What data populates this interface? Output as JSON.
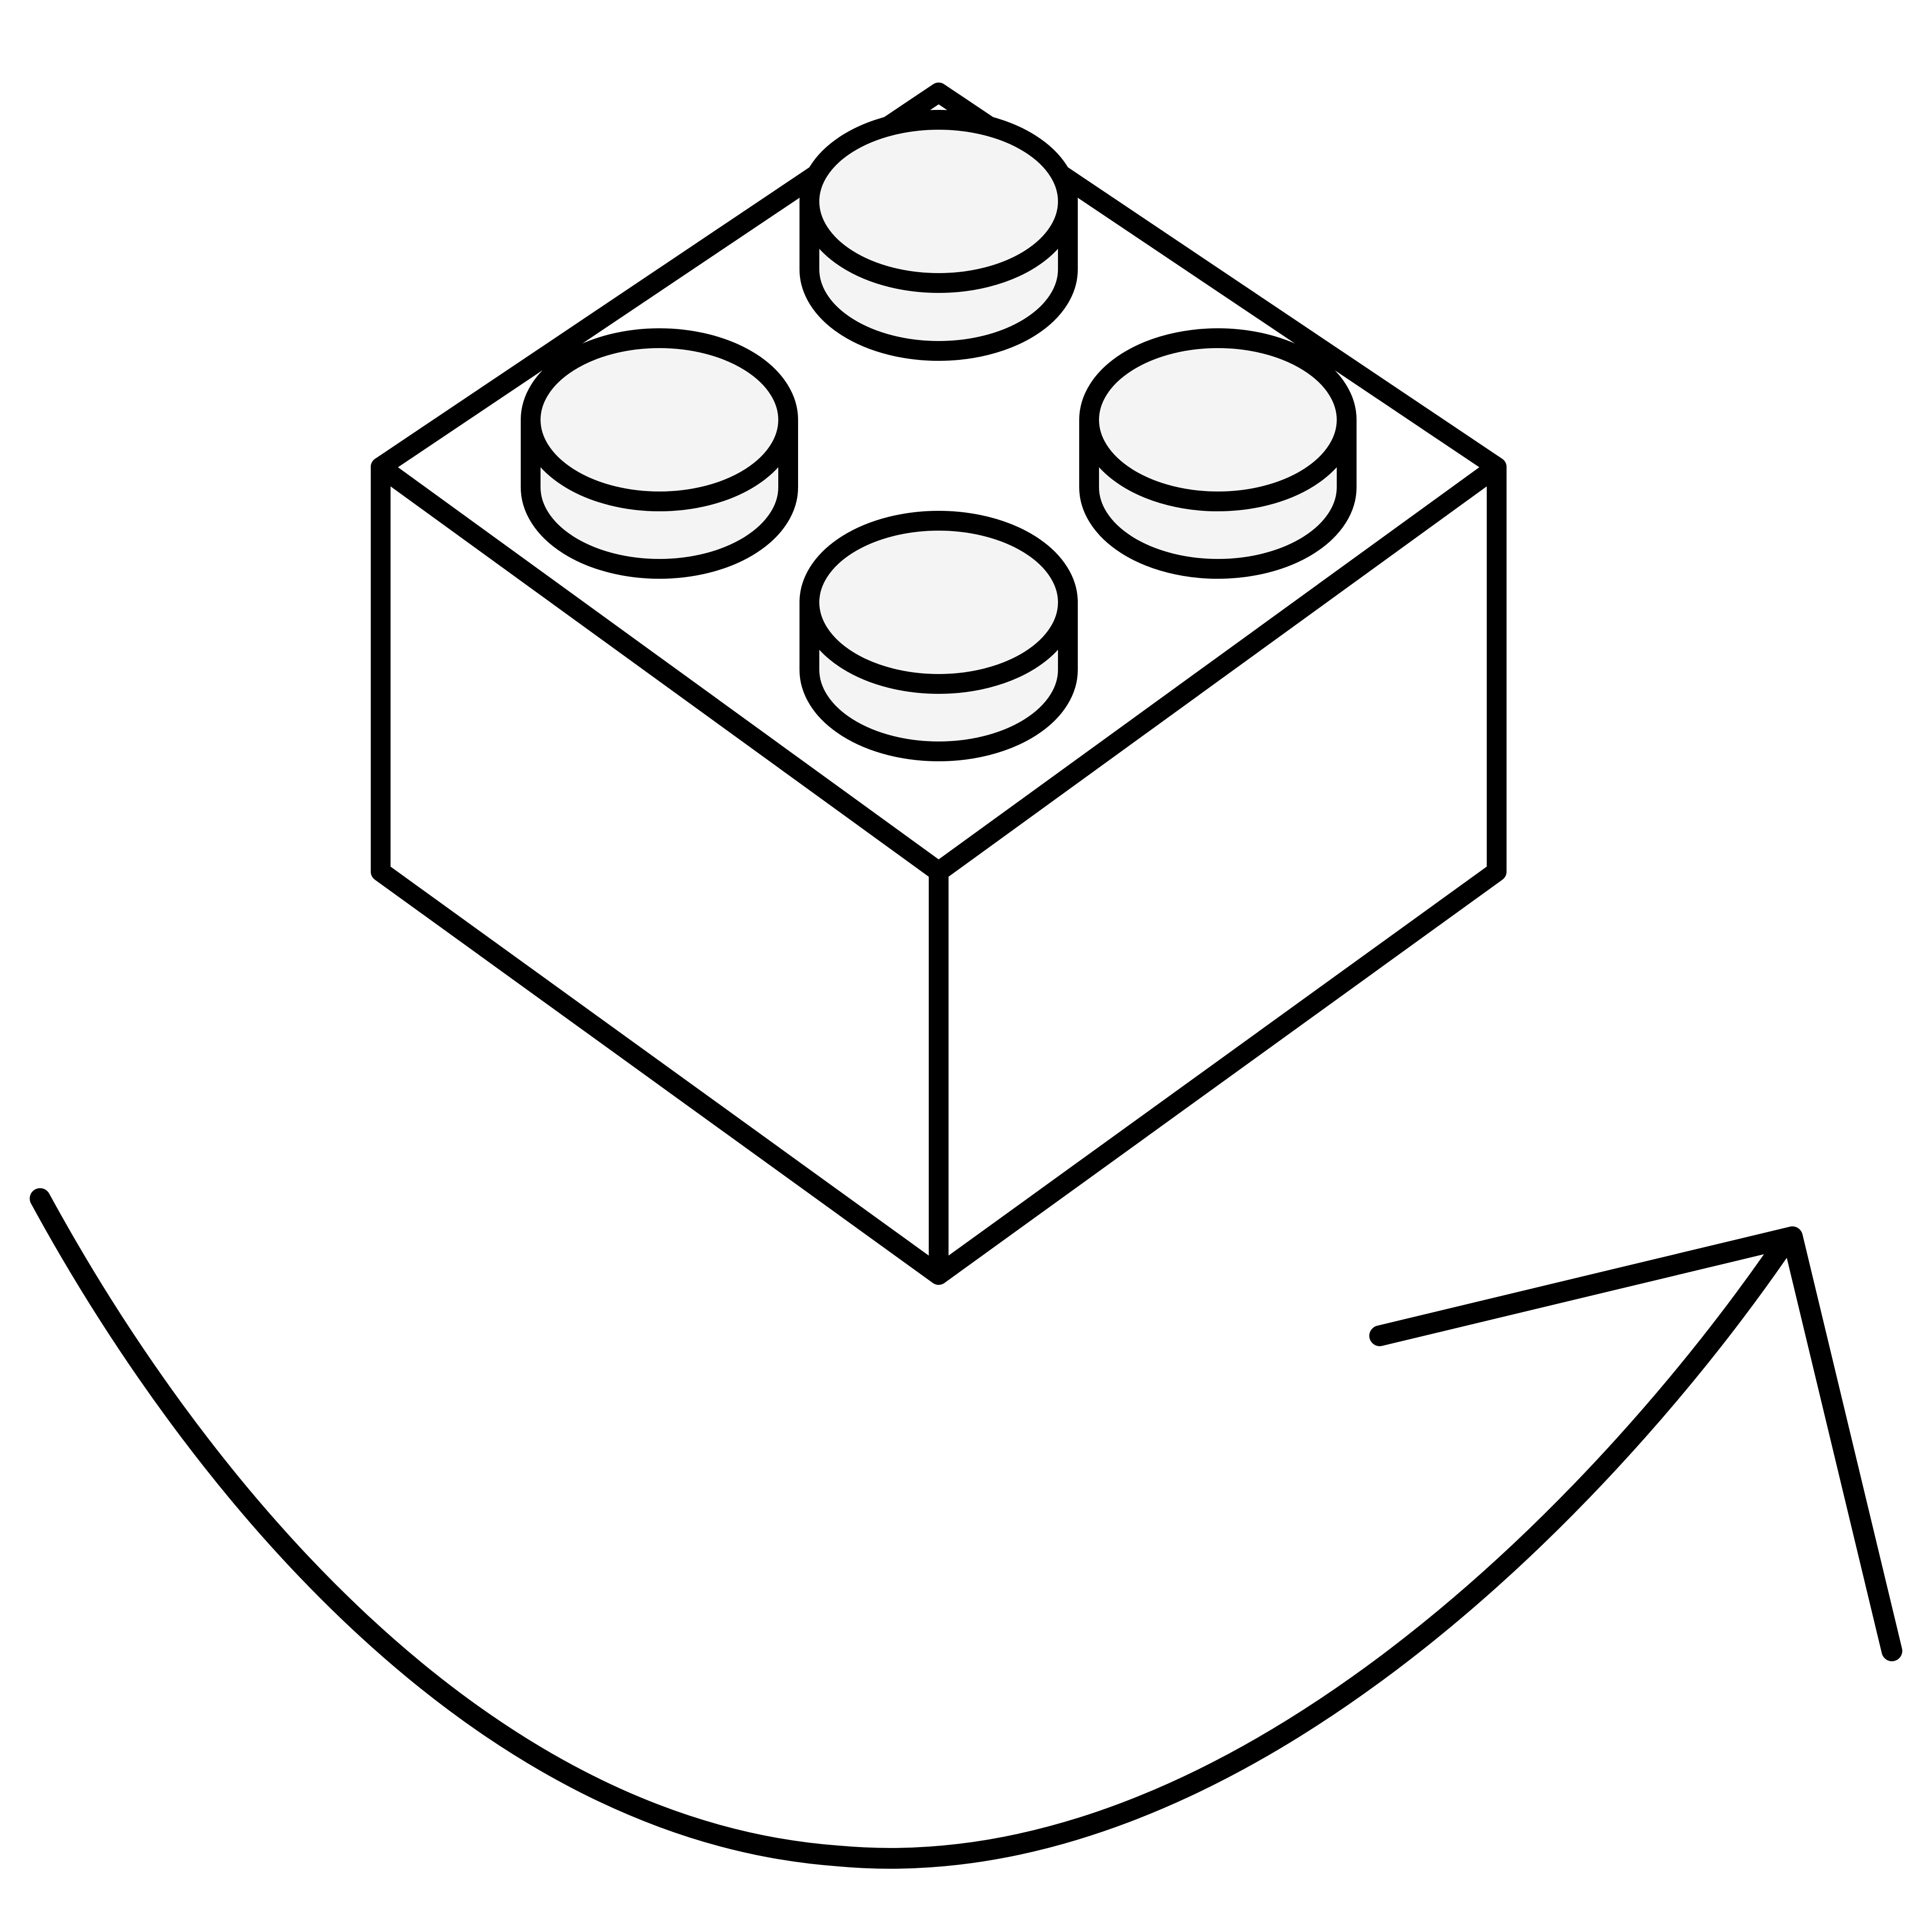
{
  "illustration": {
    "subject": "building-block-brick-icon",
    "stroke_color": "#000000",
    "background_color": "#ffffff",
    "stud_fill_color": "#f4f4f4",
    "brick_fill_color": "#ffffff"
  },
  "brick": {
    "stud_count": 4,
    "studs": [
      "stud-back",
      "stud-left",
      "stud-right",
      "stud-front"
    ]
  },
  "arrow": {
    "icon": "curved-arrow-icon",
    "direction": "up-right"
  }
}
